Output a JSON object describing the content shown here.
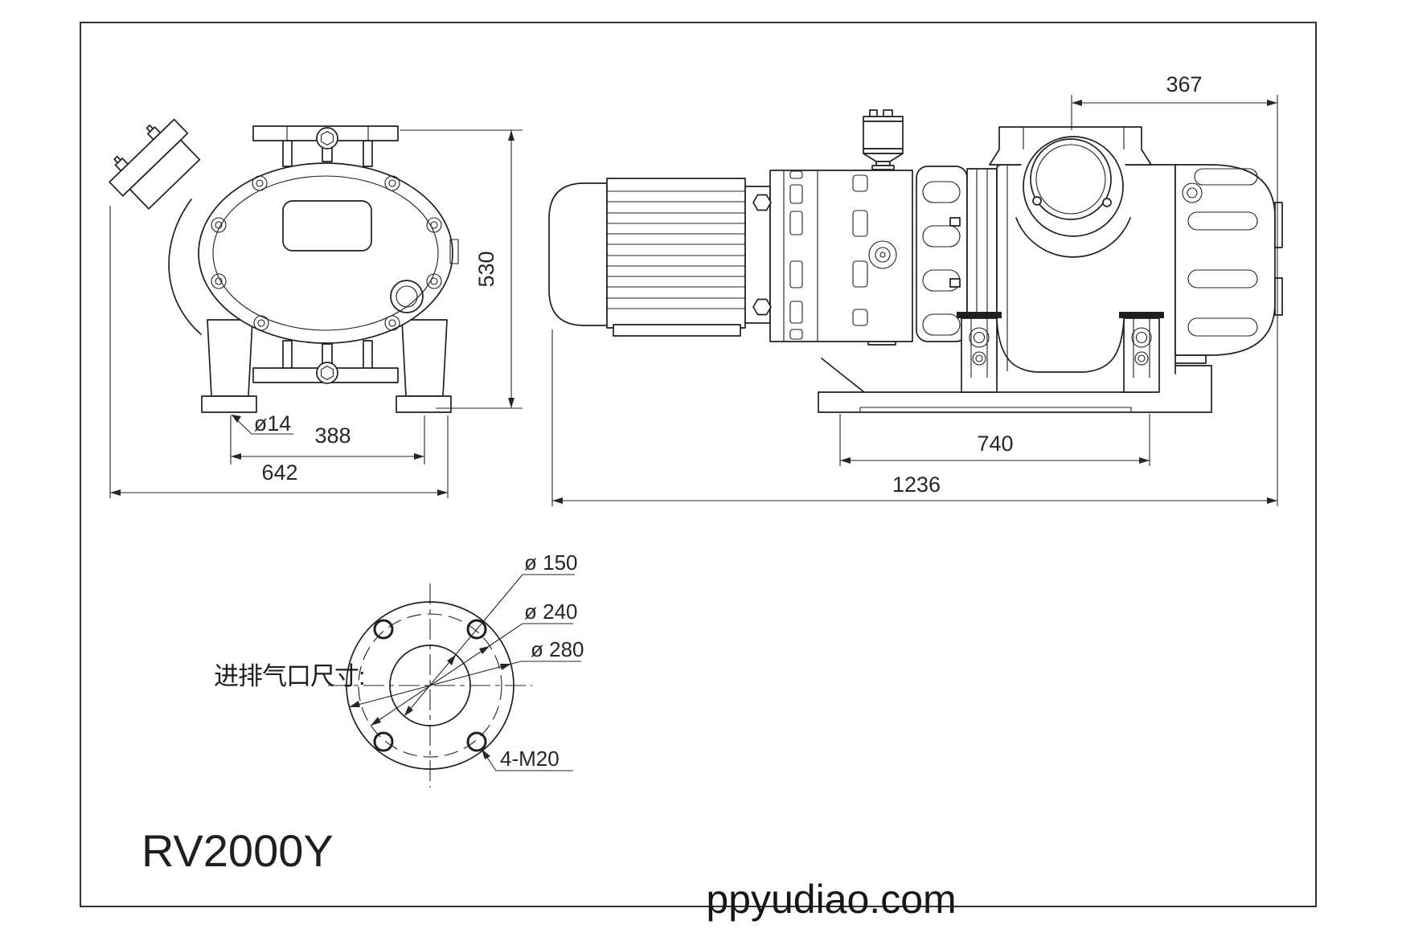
{
  "page": {
    "background": "#ffffff",
    "border_color": "#333333",
    "line_color": "#1f1f1f"
  },
  "model_label": "RV2000Y",
  "watermark": "ppyudiao.com",
  "front_view": {
    "dimensions": {
      "overall_height": "530",
      "foot_hole_diameter": "ø14",
      "foot_center_span": "388",
      "overall_width": "642"
    }
  },
  "side_view": {
    "dimensions": {
      "inlet_center_to_end": "367",
      "base_plate_span": "740",
      "overall_length": "1236"
    }
  },
  "port_diagram": {
    "section_label": "进排气口尺寸:",
    "labels": {
      "bore_diameter": "ø 150",
      "bolt_circle_diameter": "ø 240",
      "flange_outer_diameter": "ø 280",
      "bolt_spec": "4-M20"
    }
  }
}
